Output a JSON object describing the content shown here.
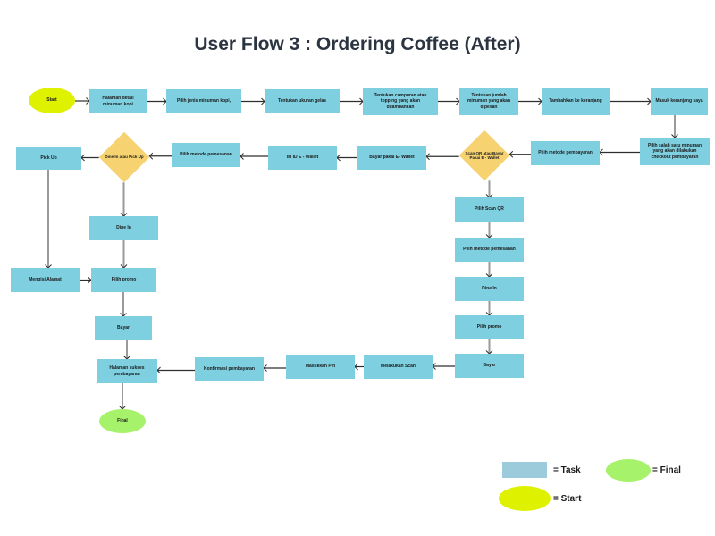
{
  "title": "User Flow 3 : Ordering Coffee (After)",
  "colors": {
    "task": "#7ecfe0",
    "start": "#def200",
    "final": "#a6f26a",
    "decision": "#f6d270",
    "legend_task": "#9ccbdc",
    "edge_dark": "#2e2e2e",
    "edge_gray": "#9a9a9a"
  },
  "nodes": [
    {
      "id": "start",
      "type": "start",
      "label": "Start"
    },
    {
      "id": "halaman-detail",
      "type": "task",
      "label": "Halaman detail minuman kopi"
    },
    {
      "id": "pilih-jenis",
      "type": "task",
      "label": "Pilih jenis minuman kopi,"
    },
    {
      "id": "ukuran-gelas",
      "type": "task",
      "label": "Tentukan ukuran gelas"
    },
    {
      "id": "campuran-topping",
      "type": "task",
      "label": "Tentukan campuran atau topping yang akan ditambahkan"
    },
    {
      "id": "jumlah-minuman",
      "type": "task",
      "label": "Tentukan jumlah minuman yang akan dipesan"
    },
    {
      "id": "tambahkan-keranjang",
      "type": "task",
      "label": "Tambahkan ke keranjang"
    },
    {
      "id": "masuk-keranjang",
      "type": "task",
      "label": "Masuk keranjang saya"
    },
    {
      "id": "pilih-checkout",
      "type": "task",
      "label": "Pilih salah satu minuman yang akan dilakukan checkout pembayaran"
    },
    {
      "id": "metode-pembayaran",
      "type": "task",
      "label": "Pilih metode pembayaran"
    },
    {
      "id": "scan-or-wallet",
      "type": "decision",
      "label": "Scan QR atau Bayar Pakai E - Wallet"
    },
    {
      "id": "bayar-ewallet",
      "type": "task",
      "label": "Bayar pakai E- Wallet"
    },
    {
      "id": "isi-id-ewallet",
      "type": "task",
      "label": "Isi ID E - Wallet"
    },
    {
      "id": "metode-pemesanan-1",
      "type": "task",
      "label": "Pilih metode pemesanan"
    },
    {
      "id": "dinein-or-pickup",
      "type": "decision",
      "label": "Dine In atau Pick Up"
    },
    {
      "id": "pick-up",
      "type": "task",
      "label": "Pick Up"
    },
    {
      "id": "dine-in-1",
      "type": "task",
      "label": "Dine In"
    },
    {
      "id": "mengisi-alamat",
      "type": "task",
      "label": "Mengisi Alamat"
    },
    {
      "id": "pilih-promo-1",
      "type": "task",
      "label": "Pilih promo"
    },
    {
      "id": "bayar-1",
      "type": "task",
      "label": "Bayar"
    },
    {
      "id": "halaman-sukses",
      "type": "task",
      "label": "Halaman sukses pembayaran"
    },
    {
      "id": "final",
      "type": "final",
      "label": "Final"
    },
    {
      "id": "pilih-scan-qr",
      "type": "task",
      "label": "Pilih Scan QR"
    },
    {
      "id": "metode-pemesanan-2",
      "type": "task",
      "label": "Pilih metode pemesanan"
    },
    {
      "id": "dine-in-2",
      "type": "task",
      "label": "Dine In"
    },
    {
      "id": "pilih-promo-2",
      "type": "task",
      "label": "Pilih promo"
    },
    {
      "id": "bayar-2",
      "type": "task",
      "label": "Bayar"
    },
    {
      "id": "melakukan-scan",
      "type": "task",
      "label": "Melakukan Scan"
    },
    {
      "id": "masukkan-pin",
      "type": "task",
      "label": "Masukkan Pin"
    },
    {
      "id": "konfirmasi",
      "type": "task",
      "label": "Konfirmasi pembayaran"
    }
  ],
  "edges": [
    [
      "start",
      "halaman-detail"
    ],
    [
      "halaman-detail",
      "pilih-jenis"
    ],
    [
      "pilih-jenis",
      "ukuran-gelas"
    ],
    [
      "ukuran-gelas",
      "campuran-topping"
    ],
    [
      "campuran-topping",
      "jumlah-minuman"
    ],
    [
      "jumlah-minuman",
      "tambahkan-keranjang"
    ],
    [
      "tambahkan-keranjang",
      "masuk-keranjang"
    ],
    [
      "masuk-keranjang",
      "pilih-checkout"
    ],
    [
      "pilih-checkout",
      "metode-pembayaran"
    ],
    [
      "metode-pembayaran",
      "scan-or-wallet"
    ],
    [
      "scan-or-wallet",
      "bayar-ewallet"
    ],
    [
      "bayar-ewallet",
      "isi-id-ewallet"
    ],
    [
      "isi-id-ewallet",
      "metode-pemesanan-1"
    ],
    [
      "metode-pemesanan-1",
      "dinein-or-pickup"
    ],
    [
      "dinein-or-pickup",
      "pick-up"
    ],
    [
      "dinein-or-pickup",
      "dine-in-1"
    ],
    [
      "pick-up",
      "mengisi-alamat"
    ],
    [
      "dine-in-1",
      "pilih-promo-1"
    ],
    [
      "mengisi-alamat",
      "pilih-promo-1"
    ],
    [
      "pilih-promo-1",
      "bayar-1"
    ],
    [
      "bayar-1",
      "halaman-sukses"
    ],
    [
      "halaman-sukses",
      "final"
    ],
    [
      "scan-or-wallet",
      "pilih-scan-qr"
    ],
    [
      "pilih-scan-qr",
      "metode-pemesanan-2"
    ],
    [
      "metode-pemesanan-2",
      "dine-in-2"
    ],
    [
      "dine-in-2",
      "pilih-promo-2"
    ],
    [
      "pilih-promo-2",
      "bayar-2"
    ],
    [
      "bayar-2",
      "melakukan-scan"
    ],
    [
      "melakukan-scan",
      "masukkan-pin"
    ],
    [
      "masukkan-pin",
      "konfirmasi"
    ],
    [
      "konfirmasi",
      "halaman-sukses"
    ]
  ],
  "legend": {
    "task_label": "= Task",
    "final_label": "= Final",
    "start_label": "= Start"
  }
}
